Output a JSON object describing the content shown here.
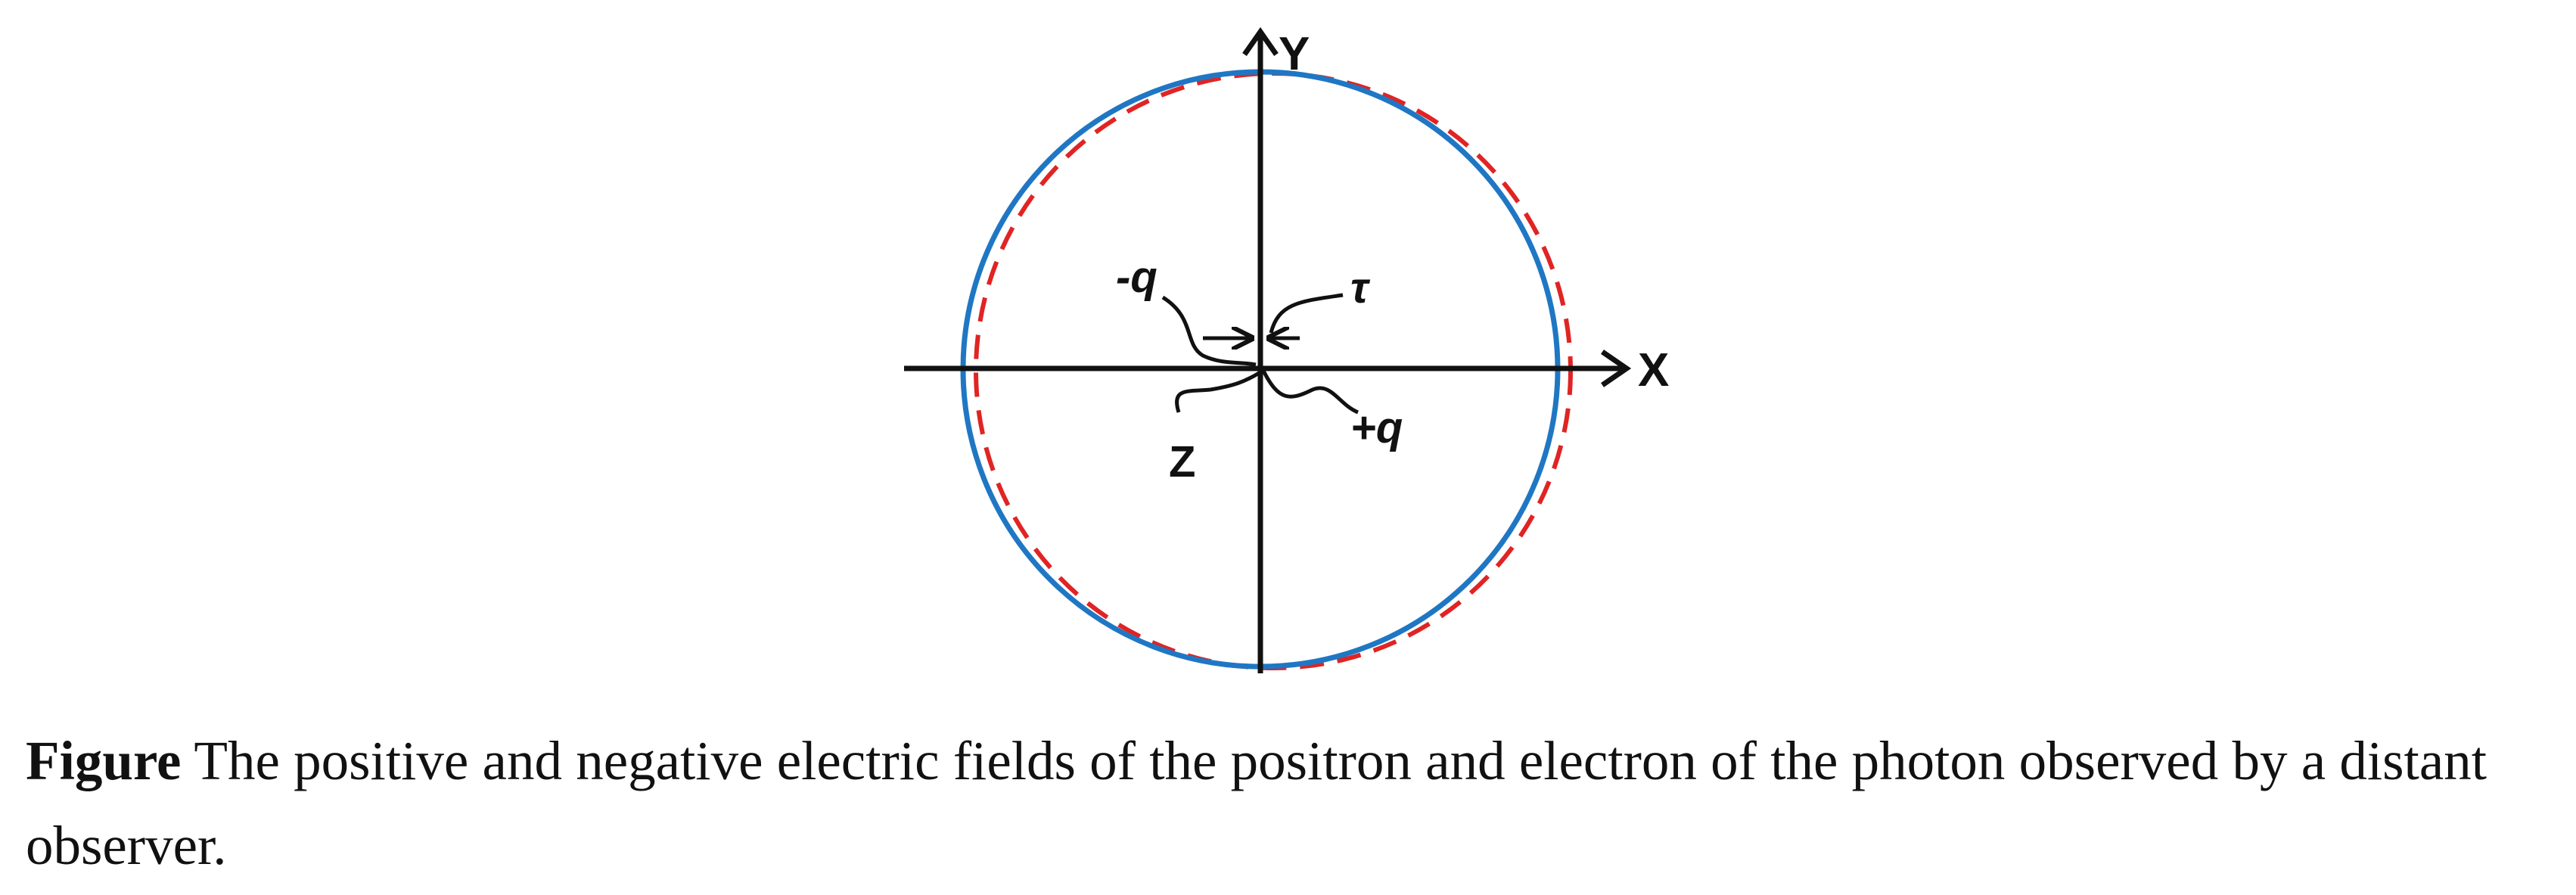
{
  "diagram": {
    "axis_x_label": "X",
    "axis_y_label": "Y",
    "label_minus_q": "-q",
    "label_plus_q": "+q",
    "label_tau": "τ",
    "label_z": "Z",
    "colors": {
      "solid_circle": "#1f77c4",
      "dashed_circle": "#e02424",
      "axes": "#111111"
    }
  },
  "caption": {
    "head": "Figure",
    "text": " The positive and negative electric fields of the positron and electron of the photon observed by a distant observer."
  }
}
